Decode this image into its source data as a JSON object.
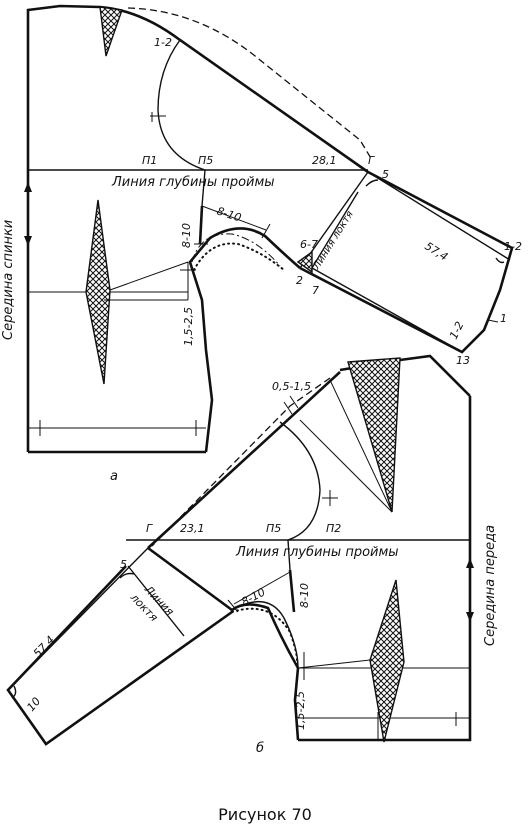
{
  "caption": "Рисунок 70",
  "figure_a": {
    "letter": "а",
    "side_label": "Середина спинки",
    "armhole_line": "Линия глубины проймы",
    "elbow_line": "Линия локтя",
    "point_p1": "П1",
    "point_p5": "П5",
    "point_g": "Г",
    "val_shoulder": "1-2",
    "val_281": "28,1",
    "val_5": "5",
    "val_810_v": "8-10",
    "val_810_h": "8-10",
    "val_67": "6-7",
    "val_2": "2",
    "val_7": "7",
    "val_574": "57,4",
    "val_12_right": "1-2",
    "val_1": "1",
    "val_12_bottom": "1-2",
    "val_13": "13",
    "val_1525": "1,5-2,5"
  },
  "figure_b": {
    "letter": "б",
    "side_label": "Середина переда",
    "armhole_line": "Линия глубины проймы",
    "elbow_line_1": "Линия",
    "elbow_line_2": "локтя",
    "point_g": "Г",
    "point_p5": "П5",
    "point_p2": "П2",
    "val_0515": "0,5-1,5",
    "val_231": "23,1",
    "val_5": "5",
    "val_810_a": "8-10",
    "val_810_b": "8-10",
    "val_574": "57,4",
    "val_10": "10",
    "val_1525": "1,5-2,5"
  }
}
